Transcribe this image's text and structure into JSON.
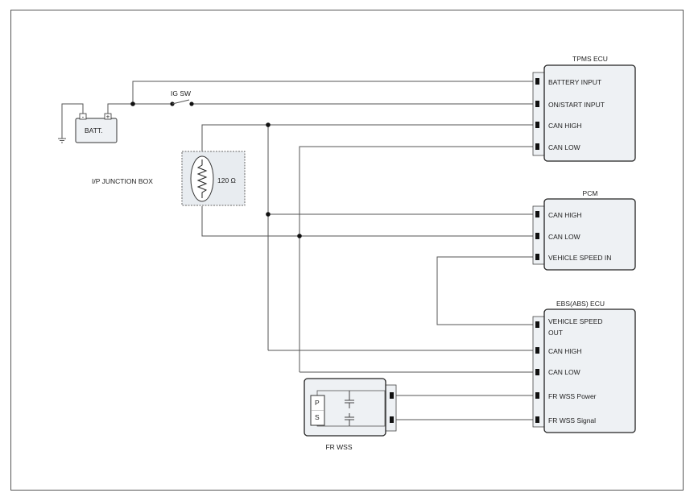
{
  "diagram": {
    "ecus": {
      "tpms": {
        "title": "TPMS ECU",
        "pins": [
          "BATTERY INPUT",
          "ON/START INPUT",
          "CAN HIGH",
          "CAN LOW"
        ]
      },
      "pcm": {
        "title": "PCM",
        "pins": [
          "CAN HIGH",
          "CAN LOW",
          "VEHICLE SPEED IN"
        ]
      },
      "ebs": {
        "title": "EBS(ABS) ECU",
        "pins": [
          "VEHICLE SPEED",
          "OUT",
          "CAN HIGH",
          "CAN LOW",
          "FR WSS Power",
          "FR WSS Signal"
        ]
      }
    },
    "battery": {
      "label": "BATT.",
      "minus": "-",
      "plus": "+"
    },
    "ig_switch": {
      "label": "IG SW"
    },
    "junction_box": {
      "label": "I/P JUNCTION BOX"
    },
    "resistor": {
      "label": "120 Ω"
    },
    "wss": {
      "label": "FR WSS",
      "p": "P",
      "s": "S"
    }
  }
}
